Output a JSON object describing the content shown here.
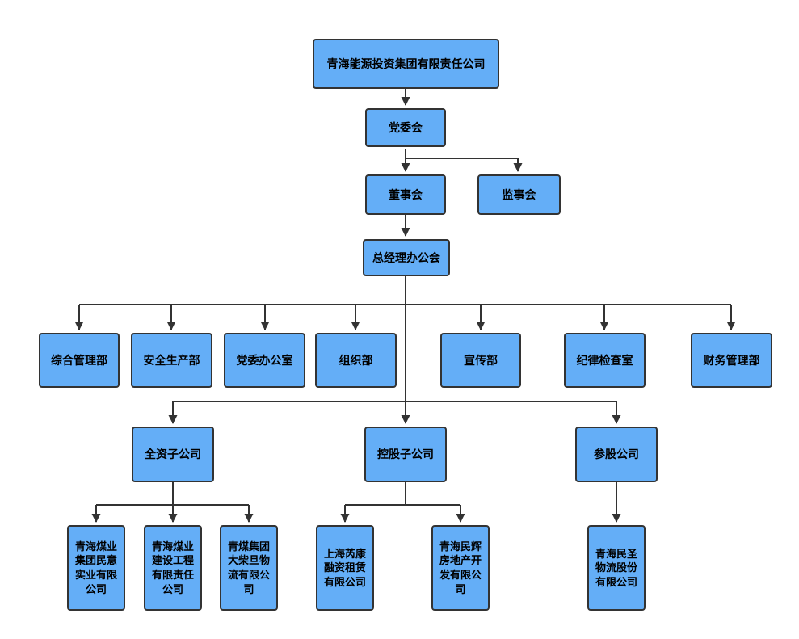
{
  "diagram": {
    "type": "org-chart",
    "root": "青海能源投资集团有限责任公司",
    "party_committee": "党委会",
    "board_of_directors": "董事会",
    "supervisory_board": "监事会",
    "gm_office": "总经理办公会",
    "departments": [
      "综合管理部",
      "安全生产部",
      "党委办公室",
      "组织部",
      "宣传部",
      "纪律检查室",
      "财务管理部"
    ],
    "subsidiary_groups": [
      "全资子公司",
      "控股子公司",
      "参股公司"
    ],
    "wholly_owned_companies": [
      "青海煤业\n集团民意\n实业有限\n公司",
      "青海煤业\n建设工程\n有限责任\n公司",
      "青煤集团\n大柴旦物\n流有限公\n司"
    ],
    "holding_companies": [
      "上海芮康\n融资租赁\n有限公司",
      "青海民辉\n房地产开\n发有限公\n司"
    ],
    "equity_companies": [
      "青海民圣\n物流股份\n有限公司"
    ]
  },
  "colors": {
    "node_fill": "#64AEF7",
    "node_border": "#333333",
    "connector": "#333333",
    "background": "#FFFFFF"
  }
}
